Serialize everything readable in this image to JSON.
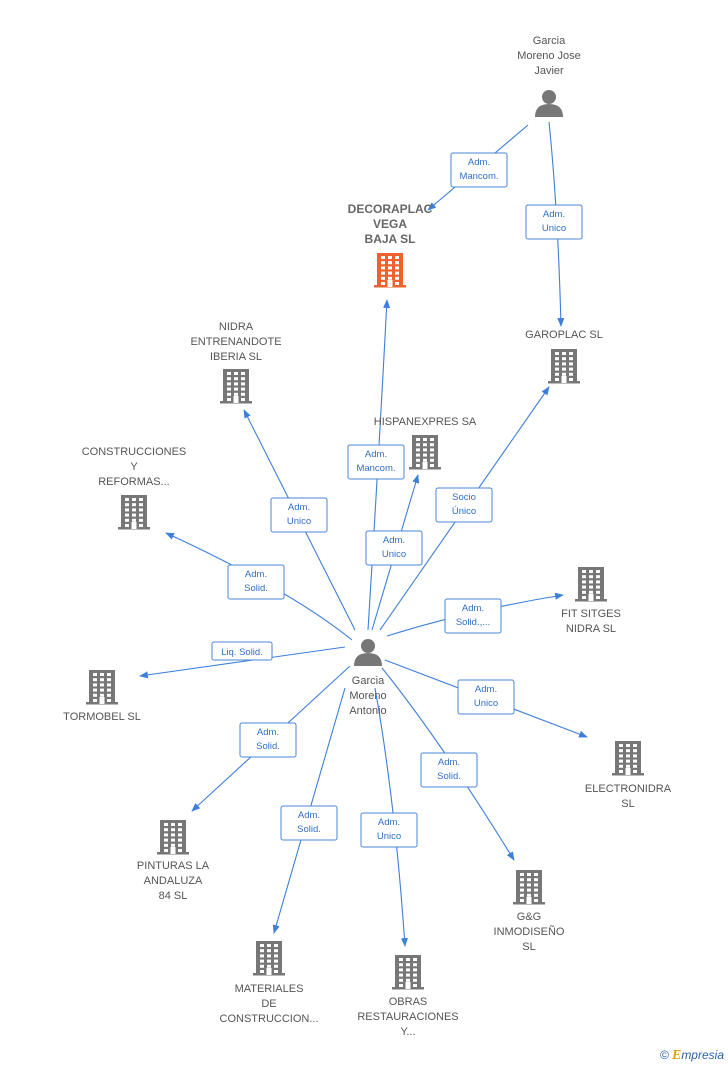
{
  "colors": {
    "edge": "#3d7fd9",
    "building": "#777777",
    "building_highlight": "#f0622d",
    "person": "#777777"
  },
  "nodes": [
    {
      "id": "garcia_jose",
      "type": "person",
      "icon": "person-icon",
      "lines": [
        "Garcia",
        "Moreno Jose",
        "Javier"
      ]
    },
    {
      "id": "decoraplac",
      "type": "company-main",
      "icon": "building-icon",
      "lines": [
        "DECORAPLAC",
        "VEGA",
        "BAJA  SL"
      ]
    },
    {
      "id": "garoplac",
      "type": "company",
      "icon": "building-icon",
      "lines": [
        "GAROPLAC SL"
      ]
    },
    {
      "id": "nidra",
      "type": "company",
      "icon": "building-icon",
      "lines": [
        "NIDRA",
        "ENTRENANDOTE",
        "IBERIA  SL"
      ]
    },
    {
      "id": "hispanexpres",
      "type": "company",
      "icon": "building-icon",
      "lines": [
        "HISPANEXPRES SA"
      ]
    },
    {
      "id": "construcciones",
      "type": "company",
      "icon": "building-icon",
      "lines": [
        "CONSTRUCCIONES",
        "Y",
        "REFORMAS..."
      ]
    },
    {
      "id": "fitsitges",
      "type": "company",
      "icon": "building-icon",
      "lines": [
        "FIT SITGES",
        "NIDRA  SL"
      ]
    },
    {
      "id": "garcia_antonio",
      "type": "person",
      "icon": "person-icon",
      "lines": [
        "Garcia",
        "Moreno",
        "Antonio"
      ]
    },
    {
      "id": "tormobel",
      "type": "company",
      "icon": "building-icon",
      "lines": [
        "TORMOBEL  SL"
      ]
    },
    {
      "id": "electronidra",
      "type": "company",
      "icon": "building-icon",
      "lines": [
        "ELECTRONIDRA",
        "SL"
      ]
    },
    {
      "id": "pinturas",
      "type": "company",
      "icon": "building-icon",
      "lines": [
        "PINTURAS LA",
        "ANDALUZA",
        "84  SL"
      ]
    },
    {
      "id": "gg",
      "type": "company",
      "icon": "building-icon",
      "lines": [
        "G&G",
        "INMODISEÑO",
        "SL"
      ]
    },
    {
      "id": "materiales",
      "type": "company",
      "icon": "building-icon",
      "lines": [
        "MATERIALES",
        "DE",
        "CONSTRUCCION..."
      ]
    },
    {
      "id": "obras",
      "type": "company",
      "icon": "building-icon",
      "lines": [
        "OBRAS",
        "RESTAURACIONES",
        "Y..."
      ]
    }
  ],
  "edges": [
    {
      "from": "garcia_jose",
      "to": "decoraplac",
      "label": [
        "Adm.",
        "Mancom."
      ]
    },
    {
      "from": "garcia_jose",
      "to": "garoplac",
      "label": [
        "Adm.",
        "Unico"
      ]
    },
    {
      "from": "garcia_antonio",
      "to": "decoraplac",
      "label": [
        "Adm.",
        "Mancom."
      ]
    },
    {
      "from": "garcia_antonio",
      "to": "nidra",
      "label": [
        "Adm.",
        "Unico"
      ]
    },
    {
      "from": "garcia_antonio",
      "to": "hispanexpres",
      "label": [
        "Adm.",
        "Unico"
      ]
    },
    {
      "from": "garcia_antonio",
      "to": "garoplac",
      "label": [
        "Socio",
        "Único"
      ]
    },
    {
      "from": "garcia_antonio",
      "to": "construcciones",
      "label": [
        "Adm.",
        "Solid."
      ]
    },
    {
      "from": "garcia_antonio",
      "to": "fitsitges",
      "label": [
        "Adm.",
        "Solid.,..."
      ]
    },
    {
      "from": "garcia_antonio",
      "to": "tormobel",
      "label": [
        "Liq.  Solid."
      ]
    },
    {
      "from": "garcia_antonio",
      "to": "electronidra",
      "label": [
        "Adm.",
        "Unico"
      ]
    },
    {
      "from": "garcia_antonio",
      "to": "pinturas",
      "label": [
        "Adm.",
        "Solid."
      ]
    },
    {
      "from": "garcia_antonio",
      "to": "gg",
      "label": [
        "Adm.",
        "Solid."
      ]
    },
    {
      "from": "garcia_antonio",
      "to": "materiales",
      "label": [
        "Adm.",
        "Solid."
      ]
    },
    {
      "from": "garcia_antonio",
      "to": "obras",
      "label": [
        "Adm.",
        "Unico"
      ]
    }
  ],
  "watermark": {
    "symbol": "©",
    "brand_initial": "E",
    "brand_rest": "mpresia"
  }
}
